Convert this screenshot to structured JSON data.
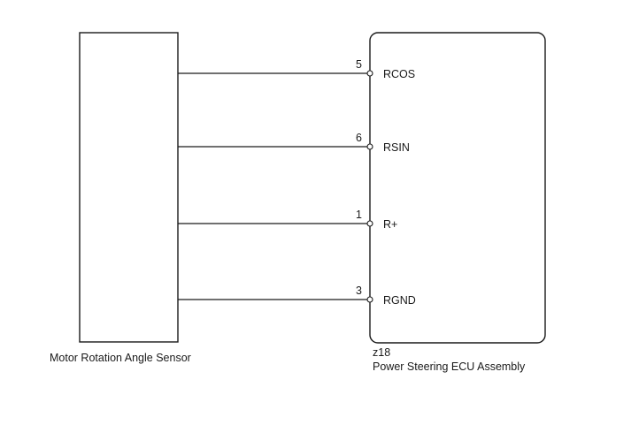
{
  "sensor": {
    "label": "Motor Rotation Angle Sensor"
  },
  "ecu": {
    "connector_code": "z18",
    "label": "Power Steering ECU Assembly"
  },
  "connections": [
    {
      "pin": "5",
      "signal": "RCOS"
    },
    {
      "pin": "6",
      "signal": "RSIN"
    },
    {
      "pin": "1",
      "signal": "R+"
    },
    {
      "pin": "3",
      "signal": "RGND"
    }
  ]
}
